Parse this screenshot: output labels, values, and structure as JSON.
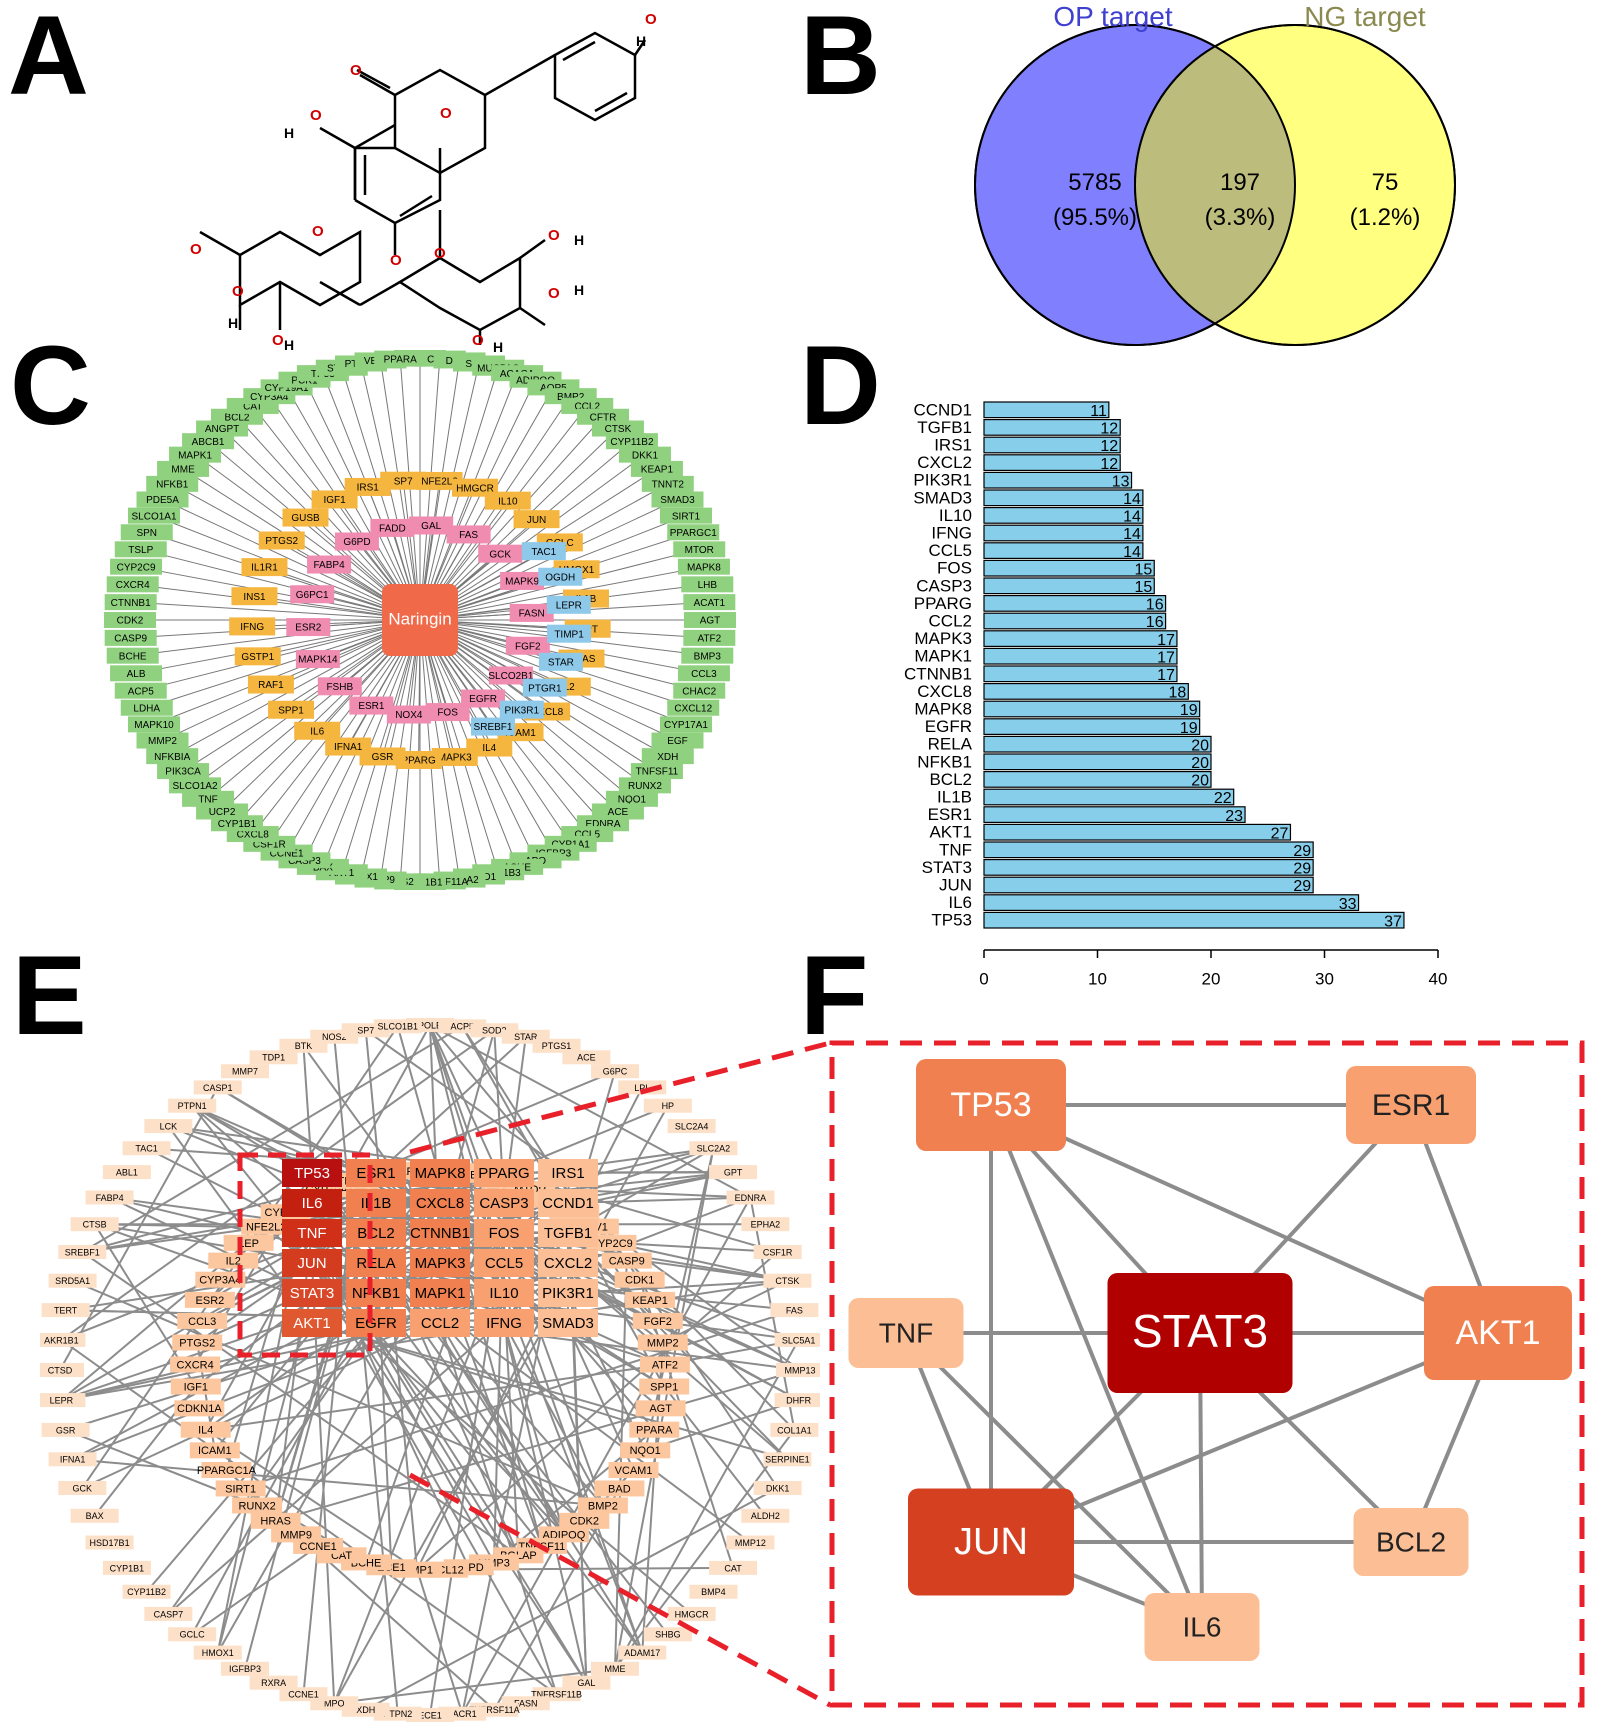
{
  "panels": {
    "a": {
      "letter": "A"
    },
    "b": {
      "letter": "B"
    },
    "c": {
      "letter": "C"
    },
    "d": {
      "letter": "D"
    },
    "e": {
      "letter": "E"
    },
    "f": {
      "letter": "F"
    }
  },
  "molecule": {
    "atoms": [
      "O",
      "O",
      "O",
      "H",
      "H",
      "O",
      "O",
      "O",
      "O",
      "O",
      "O",
      "O",
      "H",
      "H",
      "H",
      "O",
      "O",
      "O",
      "H",
      "H",
      "H",
      "O",
      "H"
    ]
  },
  "venn": {
    "left_label": "OP  target",
    "right_label": "NG  target",
    "left_only": {
      "count": "5785",
      "pct": "(95.5%)"
    },
    "overlap": {
      "count": "197",
      "pct": "(3.3%)"
    },
    "right_only": {
      "count": "75",
      "pct": "(1.2%)"
    },
    "colors": {
      "left": "#8080ff",
      "right": "#ffff80",
      "overlap": "#bcbc7c",
      "left_label": "#4040d0",
      "right_label": "#8a8a50"
    }
  },
  "network_c": {
    "center": "Naringin",
    "pink": [
      "GAL",
      "FAS",
      "GCK",
      "MAPK9",
      "FASN",
      "FGF2",
      "SLCO2B1",
      "EGFR",
      "FOS",
      "NOX4",
      "ESR1",
      "FSHB",
      "MAPK14",
      "ESR2",
      "G6PC1",
      "FABP4",
      "G6PD",
      "FADD"
    ],
    "blue": [
      "TAC1",
      "OGDH",
      "LEPR",
      "TIMP1",
      "STAR",
      "PTGR1",
      "PIK3R1",
      "SREBF1"
    ],
    "yellow": [
      "SP7",
      "NFE2L2",
      "HMGCR",
      "IL10",
      "JUN",
      "GCLC",
      "HMOX1",
      "IL1B",
      "GPT",
      "HRAS",
      "IL2",
      "CXCL8",
      "ICAM1",
      "IL4",
      "MAPK3",
      "PPARG",
      "GSR",
      "IFNA1",
      "IL6",
      "SPP1",
      "RAF1",
      "GSTP1",
      "IFNG",
      "INS1",
      "IL1R1",
      "PTGS2",
      "GUSB",
      "IGF1",
      "IRS1"
    ],
    "green": [
      "ABL1",
      "CAV1",
      "DHFR",
      "SOD2",
      "MUC5AC",
      "ACACA",
      "ADIPOQ",
      "AQP5",
      "BMP2",
      "CCL2",
      "CFTR",
      "CTSK",
      "CYP11B2",
      "DKK1",
      "KEAP1",
      "TNNT2",
      "SMAD3",
      "SIRT1",
      "PPARGC1",
      "MTOR",
      "MAPK8",
      "LHB",
      "ACAT1",
      "AGT",
      "ATF2",
      "BMP3",
      "CCL3",
      "CHAC2",
      "CXCL12",
      "CYP17A1",
      "EGF",
      "XDH",
      "TNFSF11",
      "RUNX2",
      "NQO1",
      "ACE",
      "EDNRA",
      "CCL5",
      "CYP1A1",
      "IGFBP3",
      "APO",
      "ACHE",
      "SLCO1B3",
      "CCND1",
      "CYP1A2",
      "TNFRSF11A",
      "SLCO1B1",
      "NOS2",
      "MMP9",
      "ACOX1",
      "AKT1",
      "BAX",
      "CASP3",
      "CCNE1",
      "CSF1R",
      "CXCL8",
      "CYP1B1",
      "UCP2",
      "TNF",
      "SLCO1A2",
      "PIK3CA",
      "NFKBIA",
      "MMP2",
      "MAPK10",
      "LDHA",
      "ACP5",
      "ALB",
      "BCHE",
      "CASP9",
      "CDK2",
      "CTNNB1",
      "CXCR4",
      "CYP2C9",
      "TSLP",
      "SPN",
      "SLCO1A1",
      "PDE5A",
      "NFKB1",
      "MME",
      "MAPK1",
      "ABCB1",
      "ANGPT",
      "BCL2",
      "CAT",
      "CYP3A4",
      "CYP19A1",
      "PCK1",
      "TP53",
      "STAT3",
      "PTGS1",
      "VEGFA",
      "PPARA"
    ]
  },
  "chart_data": {
    "type": "bar",
    "orientation": "horizontal",
    "categories": [
      "CCND1",
      "TGFB1",
      "IRS1",
      "CXCL2",
      "PIK3R1",
      "SMAD3",
      "IL10",
      "IFNG",
      "CCL5",
      "FOS",
      "CASP3",
      "PPARG",
      "CCL2",
      "MAPK3",
      "MAPK1",
      "CTNNB1",
      "CXCL8",
      "MAPK8",
      "EGFR",
      "RELA",
      "NFKB1",
      "BCL2",
      "IL1B",
      "ESR1",
      "AKT1",
      "TNF",
      "STAT3",
      "JUN",
      "IL6",
      "TP53"
    ],
    "values": [
      11,
      12,
      12,
      12,
      13,
      14,
      14,
      14,
      14,
      15,
      15,
      16,
      16,
      17,
      17,
      17,
      18,
      19,
      19,
      20,
      20,
      20,
      22,
      23,
      27,
      29,
      29,
      29,
      33,
      37
    ],
    "xlim": [
      0,
      40
    ],
    "xticks": [
      "0",
      "10",
      "20",
      "30",
      "40"
    ],
    "bar_color": "#87ceeb",
    "title": "",
    "xlabel": "",
    "ylabel": ""
  },
  "network_e": {
    "core": [
      [
        "TP53",
        "ESR1",
        "MAPK8",
        "PPARG",
        "IRS1"
      ],
      [
        "IL6",
        "IL1B",
        "CXCL8",
        "CASP3",
        "CCND1"
      ],
      [
        "TNF",
        "BCL2",
        "CTNNB1",
        "FOS",
        "TGFB1"
      ],
      [
        "JUN",
        "RELA",
        "MAPK3",
        "CCL5",
        "CXCL2"
      ],
      [
        "STAT3",
        "NFKB1",
        "MAPK1",
        "IL10",
        "PIK3R1"
      ],
      [
        "AKT1",
        "EGFR",
        "CCL2",
        "IFNG",
        "SMAD3"
      ]
    ],
    "ring_mid": [
      "ALB",
      "PRKCA",
      "EGF",
      "CYP1A1",
      "MTOR",
      "VCP",
      "CYP1A2",
      "CAV1",
      "CYP2C9",
      "CASP9",
      "CDK1",
      "KEAP1",
      "FGF2",
      "MMP2",
      "ATF2",
      "SPP1",
      "AGT",
      "PPARA",
      "NQO1",
      "VCAM1",
      "BAD",
      "BMP2",
      "CDK2",
      "ADIPOQ",
      "TNFSF11",
      "BGLAP",
      "MMP3",
      "G6PD",
      "CXCL12",
      "MMP1",
      "ECE1",
      "BCHE",
      "CAT",
      "CCNE1",
      "MMP9",
      "HRAS",
      "RUNX2",
      "SIRT1",
      "PPARGC1A",
      "ICAM1",
      "IL4",
      "CDKN1A",
      "IGF1",
      "CXCR4",
      "PTGS2",
      "CCL3",
      "ESR2",
      "CYP3A4",
      "IL2",
      "LEP",
      "NFE2L2",
      "CYP1A1",
      "GSTP1",
      "CYP19A1",
      "TIMP1",
      "NFKBIA",
      "PPARG"
    ],
    "ring_outer": [
      "POLB",
      "ACP5",
      "SOD2",
      "STAR",
      "PTGS1",
      "ACE",
      "G6PC",
      "LPL",
      "HP",
      "SLC2A4",
      "SLC2A2",
      "GPT",
      "EDNRA",
      "EPHA2",
      "CSF1R",
      "CTSK",
      "FAS",
      "SLC5A1",
      "MMP13",
      "DHFR",
      "COL1A1",
      "SERPINE1",
      "DKK1",
      "ALDH2",
      "MMP12",
      "CAT",
      "BMP4",
      "HMGCR",
      "SHBG",
      "ADAM17",
      "MME",
      "GAL",
      "TNFRSF11B",
      "FASN",
      "TNFRSF11A",
      "TACR1",
      "ECE1",
      "PTPN2",
      "XDH",
      "MPO",
      "CCNE1",
      "RXRA",
      "IGFBP3",
      "HMOX1",
      "GCLC",
      "CASP7",
      "CYP11B2",
      "CYP1B1",
      "HSD17B1",
      "BAX",
      "GCK",
      "IFNA1",
      "GSR",
      "LEPR",
      "CTSD",
      "AKR1B1",
      "TERT",
      "SRD5A1",
      "SREBF1",
      "CTSB",
      "FABP4",
      "ABL1",
      "TAC1",
      "LCK",
      "PTPN1",
      "CASP1",
      "MMP7",
      "TDP1",
      "BTK",
      "NOS2",
      "SP7",
      "SLCO1B1"
    ]
  },
  "network_f": {
    "nodes": {
      "stat3": "STAT3",
      "tp53": "TP53",
      "esr1": "ESR1",
      "akt1": "AKT1",
      "tnf": "TNF",
      "jun": "JUN",
      "bcl2": "BCL2",
      "il6": "IL6"
    },
    "colors": {
      "stat3": "#b00000",
      "jun": "#d44020",
      "tp53": "#f08050",
      "akt1": "#f08050",
      "esr1": "#f8a070",
      "tnf": "#fcbf95",
      "bcl2": "#fcbf95",
      "il6": "#fcbf95",
      "edge": "#8c8c8c",
      "dash": "#e8202a"
    }
  }
}
